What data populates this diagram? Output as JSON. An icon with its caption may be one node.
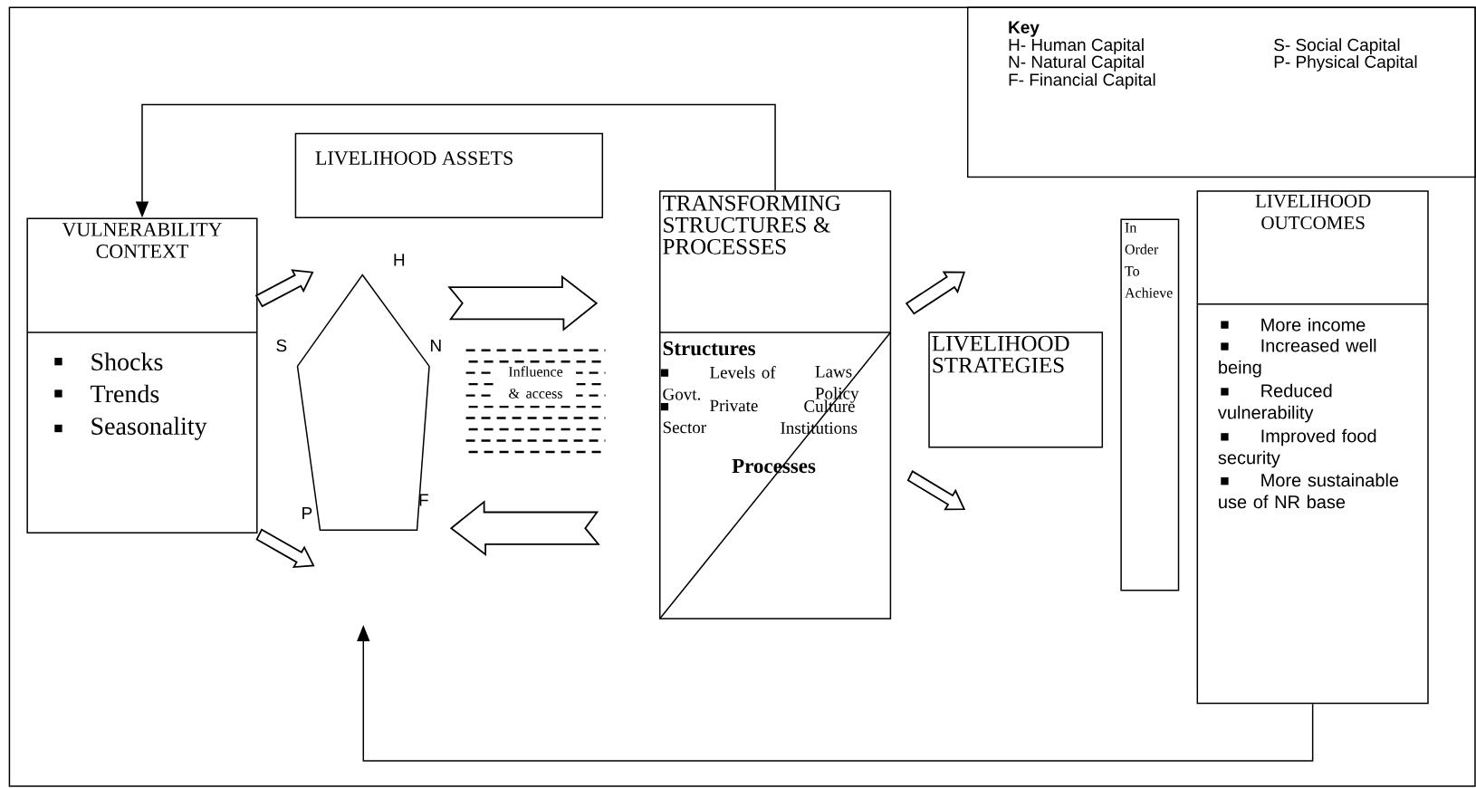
{
  "diagram": {
    "nodes": [
      {
        "text": [
          "VULNERABILITY CONTEXT",
          "Shocks",
          "Trends",
          "Seasonality"
        ]
      },
      {
        "text": [
          "LIVELIHOOD ASSETS"
        ]
      },
      {
        "text": [],
        "shape": "pentagon",
        "beside": [
          "H",
          "S",
          "N",
          "F",
          "P"
        ]
      },
      {
        "text": [
          "Influence & access"
        ]
      },
      {
        "text": [
          "TRANSFORMING STRUCTURES & PROCESSES",
          "Structures",
          "Levels of Govt.",
          "Laws Policy",
          "Private Sector",
          "Culture Institutions",
          "Processes"
        ]
      },
      {
        "text": [
          "LIVELIHOOD STRATEGIES"
        ]
      },
      {
        "text": [
          "In Order To Achieve"
        ]
      },
      {
        "text": [
          "LIVELIHOOD OUTCOMES",
          "More income",
          "Increased well being",
          "Reduced vulnerability",
          "Improved food security",
          "More sustainable use of NR base"
        ]
      },
      {
        "text": [
          "Key",
          "H- Human Capital",
          "S- Social Capital",
          "N- Natural Capital",
          "P- Physical Capital",
          "F- Financial Capital"
        ]
      }
    ],
    "edges": [
      {
        "from": 4,
        "to": 0,
        "arrow": "to"
      },
      {
        "from": 0,
        "to": 2,
        "arrow": "to"
      },
      {
        "from": 0,
        "to": 2,
        "arrow": "to"
      },
      {
        "from": 2,
        "to": 4,
        "arrow": "to"
      },
      {
        "from": 4,
        "to": 2,
        "arrow": "to"
      },
      {
        "from": 4,
        "to": 5,
        "arrow": "to"
      },
      {
        "from": 4,
        "to": 5,
        "arrow": "to"
      },
      {
        "from": 7,
        "to": 2,
        "arrow": "to"
      }
    ]
  }
}
